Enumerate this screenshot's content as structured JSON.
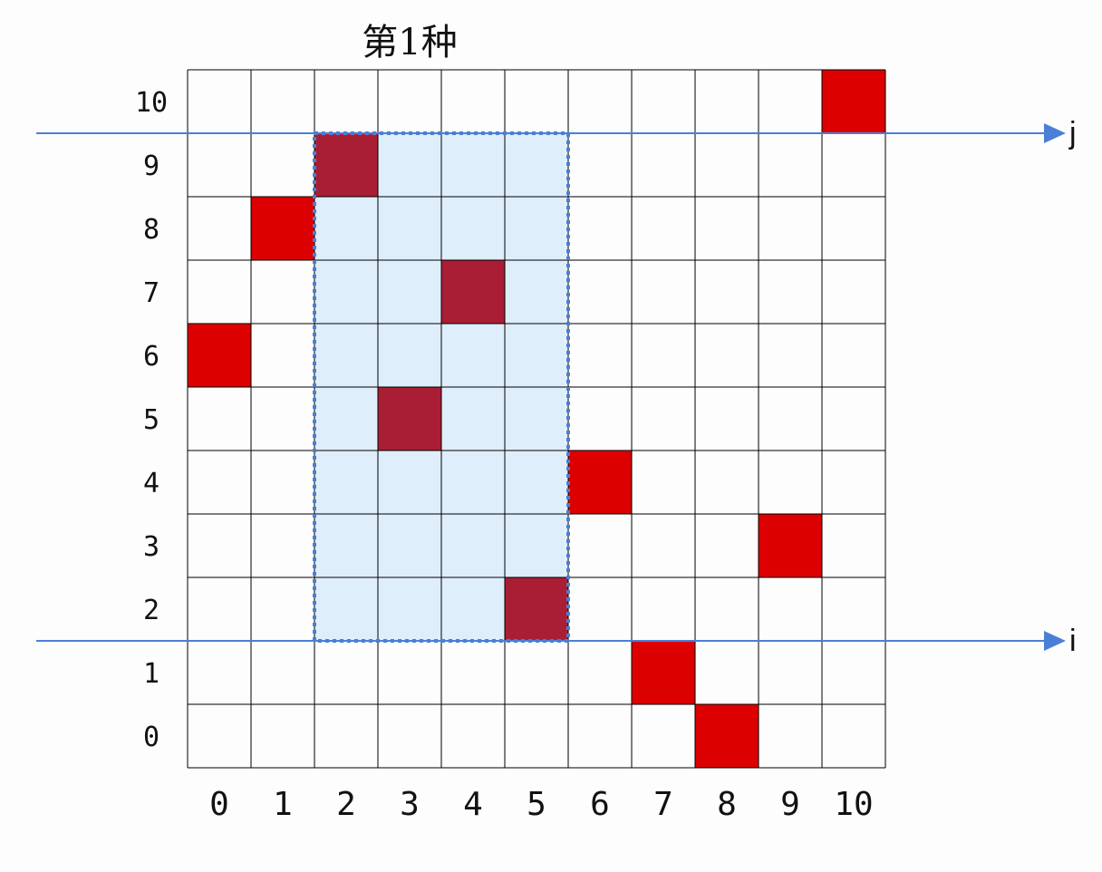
{
  "title": "第1种",
  "grid": {
    "rows": 11,
    "cols": 11,
    "row_labels": [
      "0",
      "1",
      "2",
      "3",
      "4",
      "5",
      "6",
      "7",
      "8",
      "9",
      "10"
    ],
    "col_labels": [
      "0",
      "1",
      "2",
      "3",
      "4",
      "5",
      "6",
      "7",
      "8",
      "9",
      "10"
    ]
  },
  "cells": [
    {
      "col": 0,
      "row": 6,
      "kind": "bright"
    },
    {
      "col": 1,
      "row": 8,
      "kind": "bright"
    },
    {
      "col": 2,
      "row": 9,
      "kind": "dark"
    },
    {
      "col": 3,
      "row": 5,
      "kind": "dark"
    },
    {
      "col": 4,
      "row": 7,
      "kind": "dark"
    },
    {
      "col": 5,
      "row": 2,
      "kind": "dark"
    },
    {
      "col": 6,
      "row": 4,
      "kind": "bright"
    },
    {
      "col": 7,
      "row": 1,
      "kind": "bright"
    },
    {
      "col": 8,
      "row": 0,
      "kind": "bright"
    },
    {
      "col": 9,
      "row": 3,
      "kind": "bright"
    },
    {
      "col": 10,
      "row": 10,
      "kind": "bright"
    }
  ],
  "highlight": {
    "col_from": 2,
    "col_to": 5,
    "row_from": 2,
    "row_to": 9
  },
  "lines": [
    {
      "name": "j",
      "row_boundary": 10
    },
    {
      "name": "i",
      "row_boundary": 2
    }
  ],
  "colors": {
    "bright": "#dd0000",
    "dark": "#aa1e35",
    "highlight_fill": "#dfeefb",
    "highlight_border": "#4a7fd6",
    "line": "#4a7fd6",
    "grid": "#000000"
  }
}
